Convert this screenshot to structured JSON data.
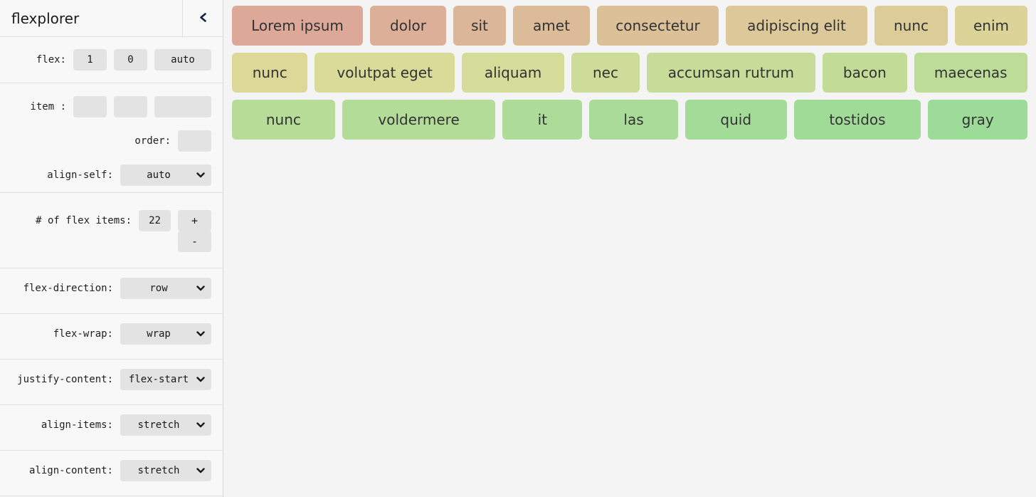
{
  "sidebar": {
    "title": "flexplorer",
    "flex_row": {
      "label": "flex:",
      "grow_value": "1",
      "shrink_value": "0",
      "basis_value": "auto"
    },
    "item_row": {
      "label": "item :",
      "grow_value": "",
      "shrink_value": "",
      "basis_value": ""
    },
    "order_row": {
      "label": "order:",
      "value": ""
    },
    "align_self": {
      "label": "align-self:",
      "value": "auto"
    },
    "count_row": {
      "label": "# of flex items:",
      "value": "22",
      "increment_label": "+",
      "decrement_label": "-"
    },
    "selects": [
      {
        "label": "flex-direction:",
        "value": "row"
      },
      {
        "label": "flex-wrap:",
        "value": "wrap"
      },
      {
        "label": "justify-content:",
        "value": "flex-start"
      },
      {
        "label": "align-items:",
        "value": "stretch"
      },
      {
        "label": "align-content:",
        "value": "stretch"
      }
    ]
  },
  "colors": {
    "sidebar_bg": "#f8f8f8",
    "main_bg": "#f4f4f4",
    "control_bg": "#e3e3e3",
    "divider": "#e0e0e0",
    "item_text": "#333333"
  },
  "canvas": {
    "items": [
      {
        "label": "Lorem ipsum",
        "color": "#dca998",
        "basis": 180
      },
      {
        "label": "dolor",
        "color": "#dcaf98",
        "basis": 103
      },
      {
        "label": "sit",
        "color": "#dcb698",
        "basis": 70
      },
      {
        "label": "amet",
        "color": "#dcbb98",
        "basis": 104
      },
      {
        "label": "consectetur",
        "color": "#dcc198",
        "basis": 167
      },
      {
        "label": "adipiscing elit",
        "color": "#dcc898",
        "basis": 195
      },
      {
        "label": "nunc",
        "color": "#dccd98",
        "basis": 99
      },
      {
        "label": "enim",
        "color": "#dcd398",
        "basis": 98
      },
      {
        "label": "nunc",
        "color": "#dcd998",
        "basis": 104
      },
      {
        "label": "volutpat eget",
        "color": "#d8dc98",
        "basis": 194
      },
      {
        "label": "aliquam",
        "color": "#d3dc98",
        "basis": 142
      },
      {
        "label": "nec",
        "color": "#cddc98",
        "basis": 93
      },
      {
        "label": "accumsan rutrum",
        "color": "#c7dc98",
        "basis": 235
      },
      {
        "label": "bacon",
        "color": "#c2dc98",
        "basis": 116
      },
      {
        "label": "maecenas",
        "color": "#bcdc98",
        "basis": 157
      },
      {
        "label": "nunc",
        "color": "#b6dc98",
        "basis": 141
      },
      {
        "label": "voldermere",
        "color": "#b2dc98",
        "basis": 212
      },
      {
        "label": "it",
        "color": "#acdc98",
        "basis": 108
      },
      {
        "label": "las",
        "color": "#a8dc98",
        "basis": 121
      },
      {
        "label": "quid",
        "color": "#a3dc98",
        "basis": 139
      },
      {
        "label": "tostidos",
        "color": "#a0dc98",
        "basis": 175
      },
      {
        "label": "gray",
        "color": "#9cdc98",
        "basis": 136
      }
    ]
  }
}
